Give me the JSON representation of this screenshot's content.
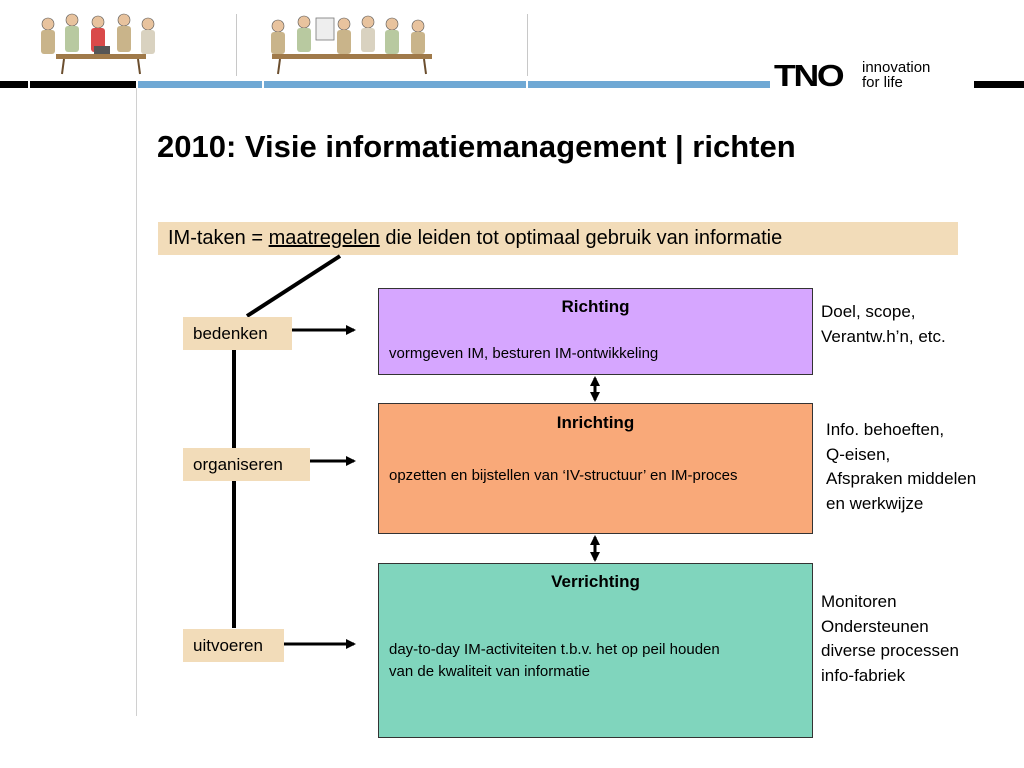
{
  "header": {
    "logo_mark": "TNO",
    "logo_tagline": [
      "innovation",
      "for life"
    ],
    "illustrations": [
      "people-meeting-illustration-left",
      "people-meeting-illustration-right"
    ]
  },
  "slide": {
    "title": "2010: Visie informatiemanagement | richten",
    "definition": {
      "prefix": "IM-taken = ",
      "underlined": "maatregelen",
      "suffix": " die leiden tot optimaal gebruik van informatie"
    }
  },
  "tasks": [
    {
      "label": "bedenken"
    },
    {
      "label": "organiseren"
    },
    {
      "label": "uitvoeren"
    }
  ],
  "levels": [
    {
      "title": "Richting",
      "description": [
        "vormgeven IM, besturen IM-ontwikkeling"
      ],
      "color": "#d6a6ff",
      "notes": [
        "Doel, scope,",
        "Verantw.h’n, etc."
      ]
    },
    {
      "title": "Inrichting",
      "description": [
        "opzetten en bijstellen van ‘IV-structuur’ en IM-proces"
      ],
      "color": "#f9a979",
      "notes": [
        "Info. behoeften,",
        "Q-eisen,",
        "Afspraken middelen",
        "en werkwijze"
      ]
    },
    {
      "title": "Verrichting",
      "description": [
        "day-to-day IM-activiteiten t.b.v. het op peil houden",
        "van de kwaliteit van informatie"
      ],
      "color": "#80d5bd",
      "notes": [
        "Monitoren",
        "Ondersteunen",
        "diverse processen",
        "info-fabriek"
      ]
    }
  ],
  "colors": {
    "label_fill": "#f2dcb9",
    "header_blue": "#6fa8d4",
    "header_black": "#000000"
  }
}
